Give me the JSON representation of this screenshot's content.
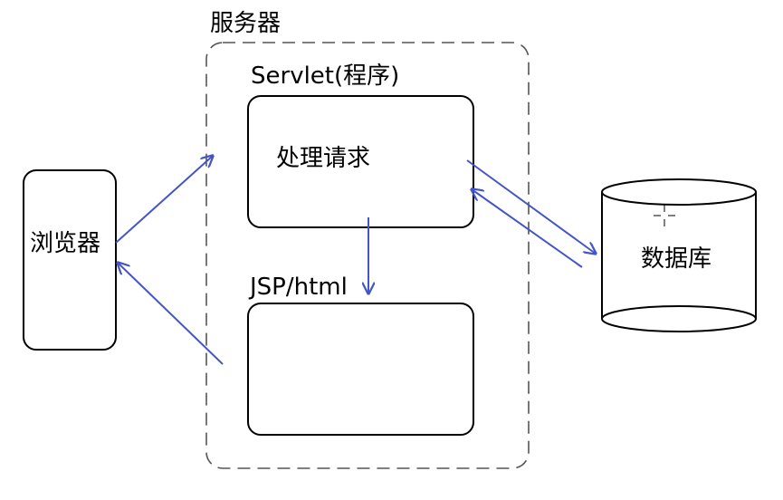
{
  "diagram": {
    "server_label": "服务器",
    "browser_label": "浏览器",
    "servlet_label": "Servlet(程序)",
    "servlet_box_text": "处理请求",
    "jsp_label": "JSP/html",
    "database_label": "数据库"
  },
  "colors": {
    "arrow": "#4455c8",
    "stroke": "#000000",
    "dashed": "#555555"
  }
}
